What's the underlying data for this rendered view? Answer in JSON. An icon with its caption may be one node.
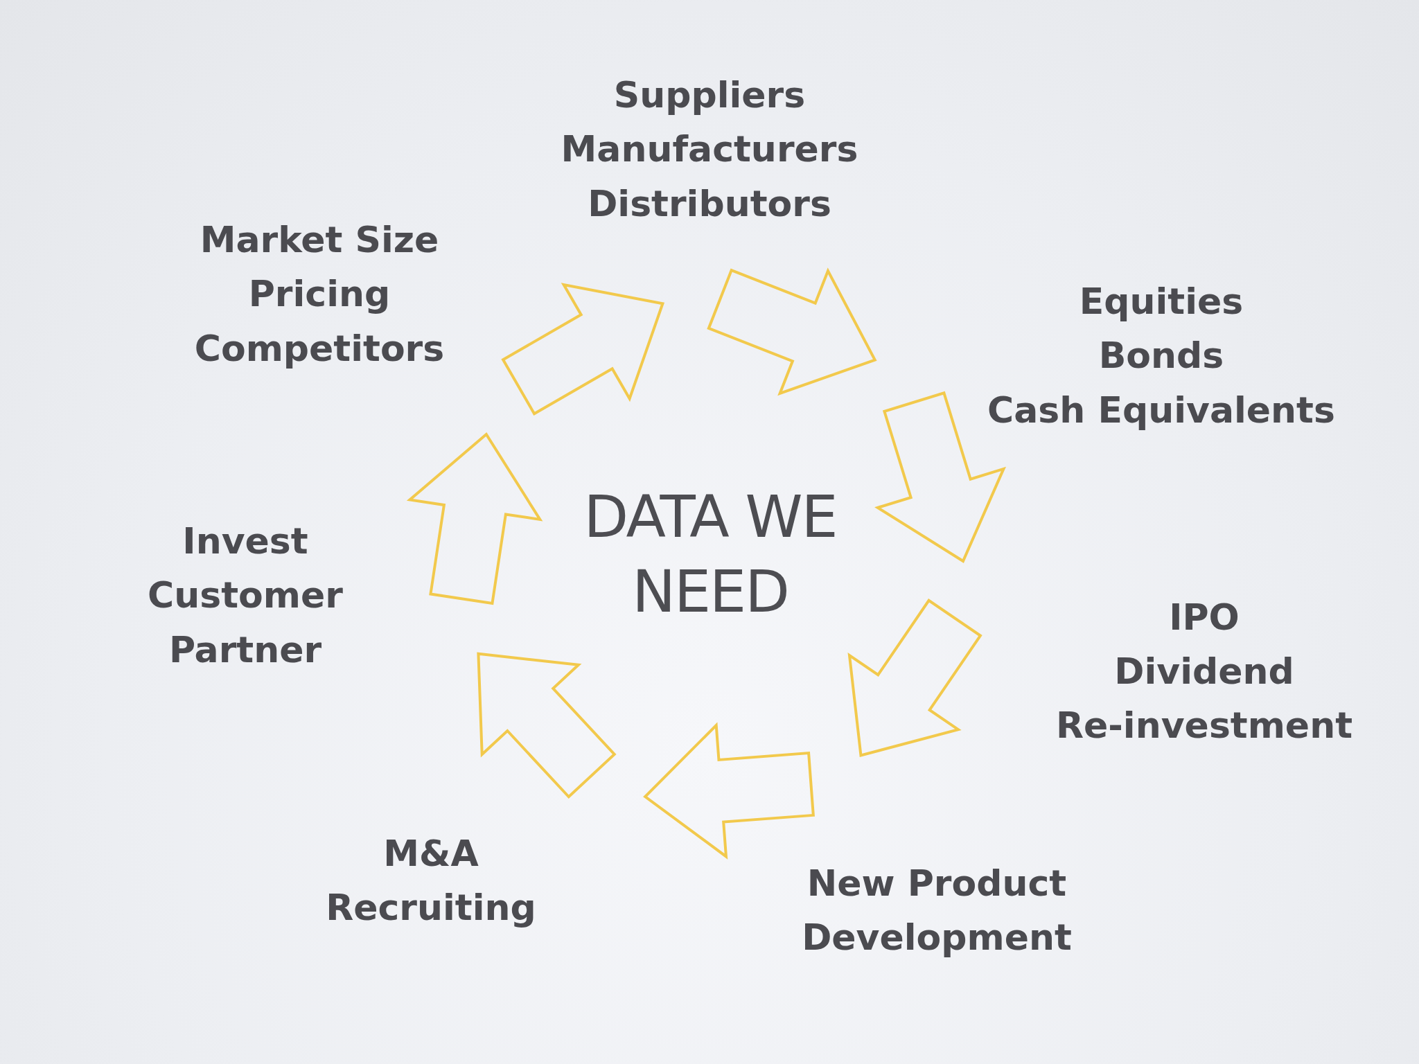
{
  "diagram": {
    "labels": [
      "Suppliers",
      "Manufacturers",
      "Distributors",
      "Market Size",
      "Pricing",
      "Competitors",
      "Equities",
      "Bonds",
      "Cash Equivalents",
      "DATA WE NEED",
      "Invest",
      "Customer",
      "Partner",
      "IPO",
      "Dividend",
      "Re-investment",
      "M&A",
      "Recruiting",
      "New Product",
      "Development"
    ]
  }
}
